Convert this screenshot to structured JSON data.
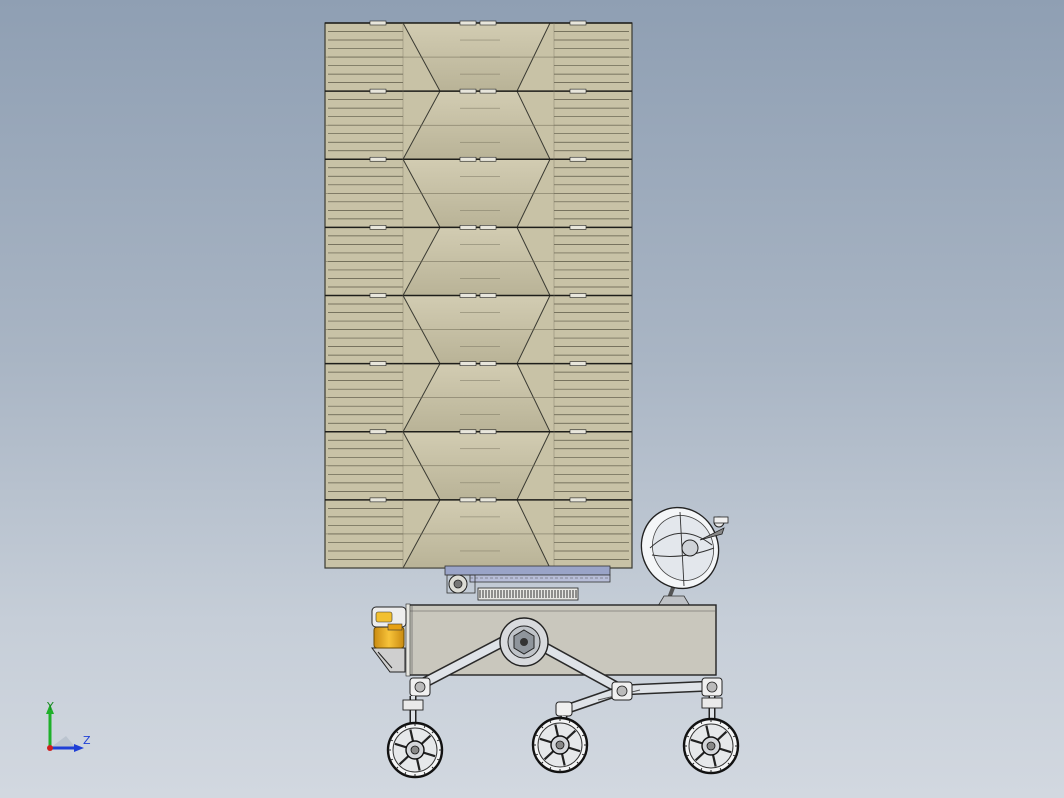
{
  "viewport": {
    "background_top": "#8f9fb3",
    "background_bottom": "#d2d8e0"
  },
  "model": {
    "panel_color": "#c8c2a6",
    "panel_stroke": "#3a3a32",
    "chassis_color": "#c9c7bd",
    "strut_color": "#d8dde3",
    "accent_yellow": "#f2b21e",
    "panel_rows": 8
  },
  "triad": {
    "y_label": "Y",
    "z_label": "Z",
    "y_color": "#1fb02a",
    "z_color": "#1f3fd6",
    "x_color": "#d01f1f"
  }
}
